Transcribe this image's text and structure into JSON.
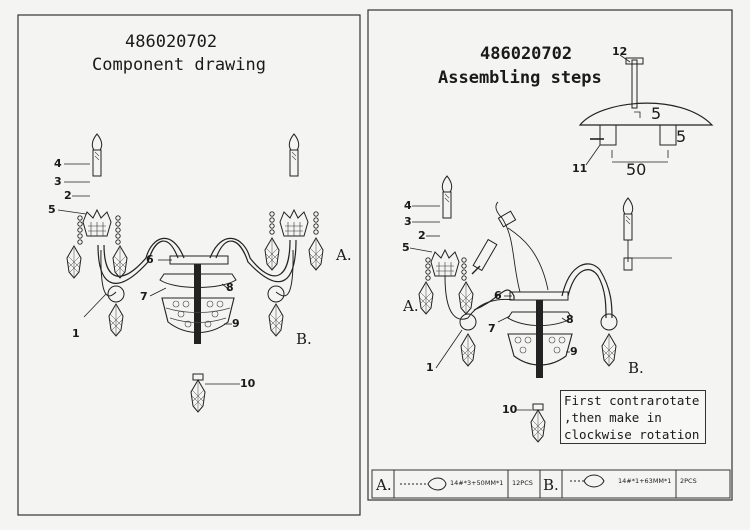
{
  "left_panel": {
    "code": "486020702",
    "title": "Component drawing",
    "callouts": [
      "1",
      "2",
      "3",
      "4",
      "5",
      "6",
      "7",
      "8",
      "9",
      "10"
    ],
    "label_a": "A.",
    "label_b": "B."
  },
  "right_panel": {
    "code": "486020702",
    "title": "Assembling steps",
    "callouts": [
      "1",
      "2",
      "3",
      "4",
      "5",
      "6",
      "7",
      "8",
      "9",
      "10",
      "11",
      "12"
    ],
    "label_a": "A.",
    "label_b": "B.",
    "dimension_5_top": "5",
    "dimension_5_right": "5",
    "dimension_50": "50",
    "note_lines": [
      "First contrarotate",
      ",then make in",
      "clockwise rotation"
    ]
  },
  "parts_table": {
    "a_label": "A.",
    "a_spec": "14#*3+50MM*1",
    "a_qty": "12PCS",
    "b_label": "B.",
    "b_spec": "14#*1+63MM*1",
    "b_qty": "2PCS"
  }
}
